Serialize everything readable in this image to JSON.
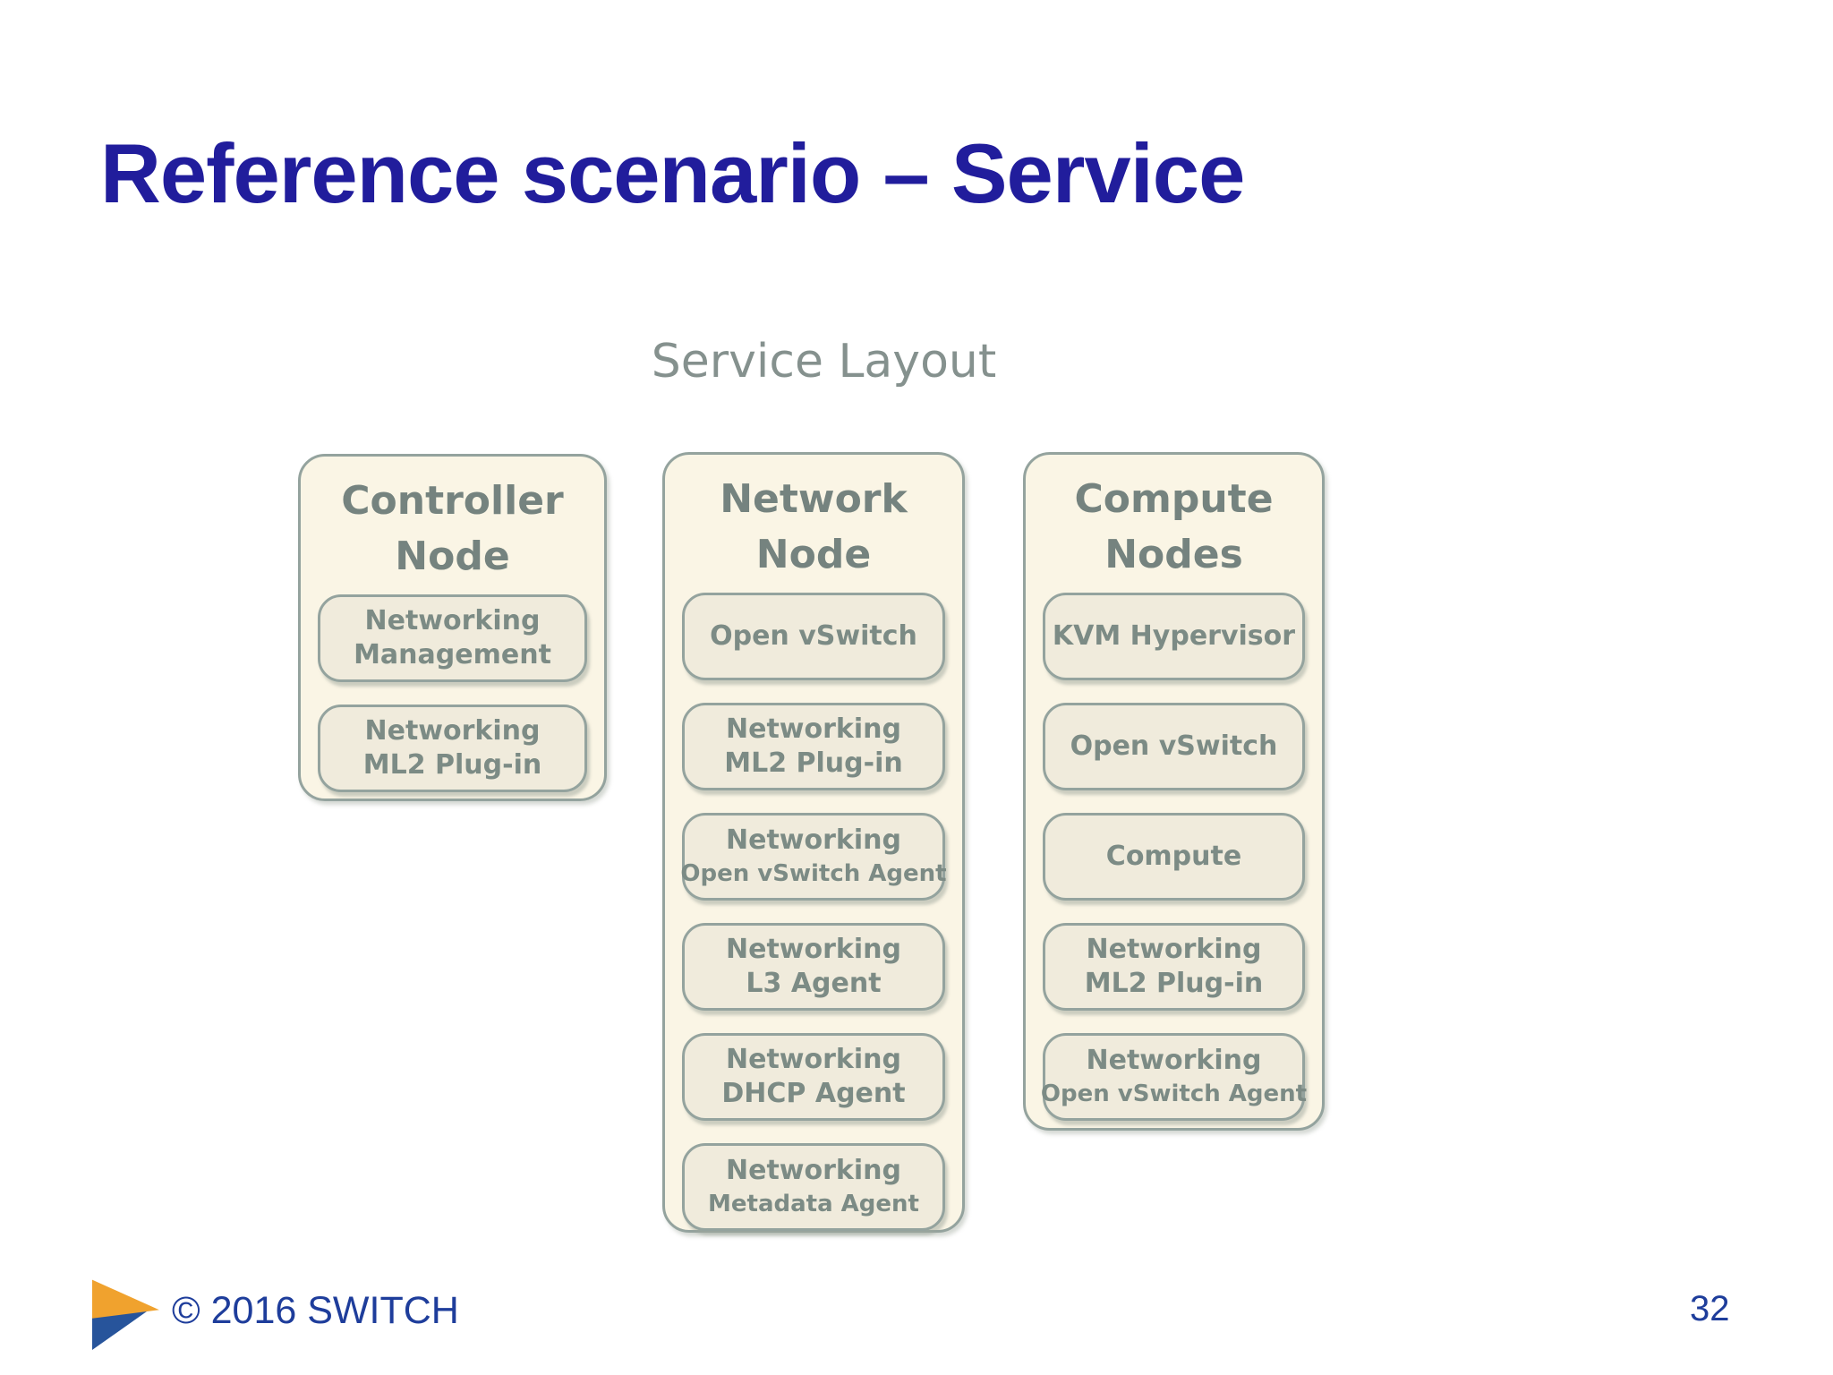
{
  "slide": {
    "title": "Reference scenario – Service",
    "footer_copyright": "© 2016 SWITCH",
    "page_number": "32"
  },
  "logo": {
    "name": "switch-logo",
    "orange": "#F0A22E",
    "blue": "#27549B"
  },
  "diagram": {
    "title": "Service Layout",
    "columns": [
      {
        "id": "controller-node",
        "title_lines": [
          "Controller",
          "Node"
        ],
        "boxes": [
          {
            "lines": [
              "Networking",
              "Management"
            ]
          },
          {
            "lines": [
              "Networking",
              "ML2 Plug-in"
            ]
          }
        ]
      },
      {
        "id": "network-node",
        "title_lines": [
          "Network",
          "Node"
        ],
        "boxes": [
          {
            "lines": [
              "Open vSwitch"
            ]
          },
          {
            "lines": [
              "Networking",
              "ML2 Plug-in"
            ]
          },
          {
            "lines": [
              "Networking",
              "Open vSwitch Agent"
            ]
          },
          {
            "lines": [
              "Networking",
              "L3 Agent"
            ]
          },
          {
            "lines": [
              "Networking",
              "DHCP Agent"
            ]
          },
          {
            "lines": [
              "Networking",
              "Metadata Agent"
            ]
          }
        ]
      },
      {
        "id": "compute-nodes",
        "title_lines": [
          "Compute",
          "Nodes"
        ],
        "boxes": [
          {
            "lines": [
              "KVM Hypervisor"
            ]
          },
          {
            "lines": [
              "Open vSwitch"
            ]
          },
          {
            "lines": [
              "Compute"
            ]
          },
          {
            "lines": [
              "Networking",
              "ML2 Plug-in"
            ]
          },
          {
            "lines": [
              "Networking",
              "Open vSwitch Agent"
            ]
          }
        ]
      }
    ]
  },
  "colors": {
    "title_text": "#211D9C",
    "footer_text": "#1E3D9B",
    "diagram_heading": "#85918E",
    "node_title": "#75837F",
    "box_text": "#7C8B85",
    "outer_fill": "#FAF5E5",
    "inner_fill": "#F0EBDC",
    "border": "#94A39E"
  }
}
